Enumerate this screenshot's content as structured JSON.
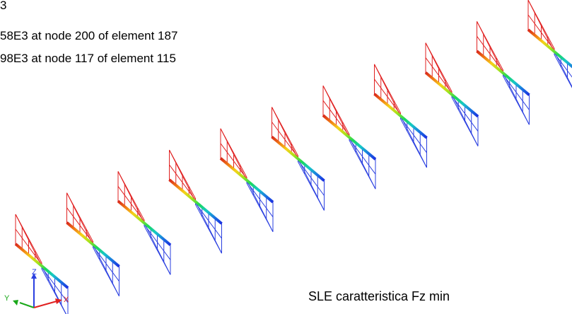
{
  "header": {
    "line1": "3",
    "line2": "58E3 at node 200 of element 187",
    "line3": "98E3 at node 117 of element 115"
  },
  "footer": {
    "load_case": "SLE caratteristica Fz min"
  },
  "triad": {
    "z_label": "Z",
    "y_label": "Y",
    "x_label": "X",
    "colors": {
      "z": "#2a3fe0",
      "y": "#1aa81a",
      "x": "#e02020"
    }
  },
  "diagram": {
    "panel_count": 11,
    "colors": {
      "upper_frame": "#e02020",
      "lower_frame": "#2a3fe0",
      "gradient": [
        "#d8261b",
        "#f07a14",
        "#f5d21a",
        "#a8e21a",
        "#1ad85a",
        "#16c8c8",
        "#1a78e0",
        "#1a2ee0"
      ]
    }
  }
}
